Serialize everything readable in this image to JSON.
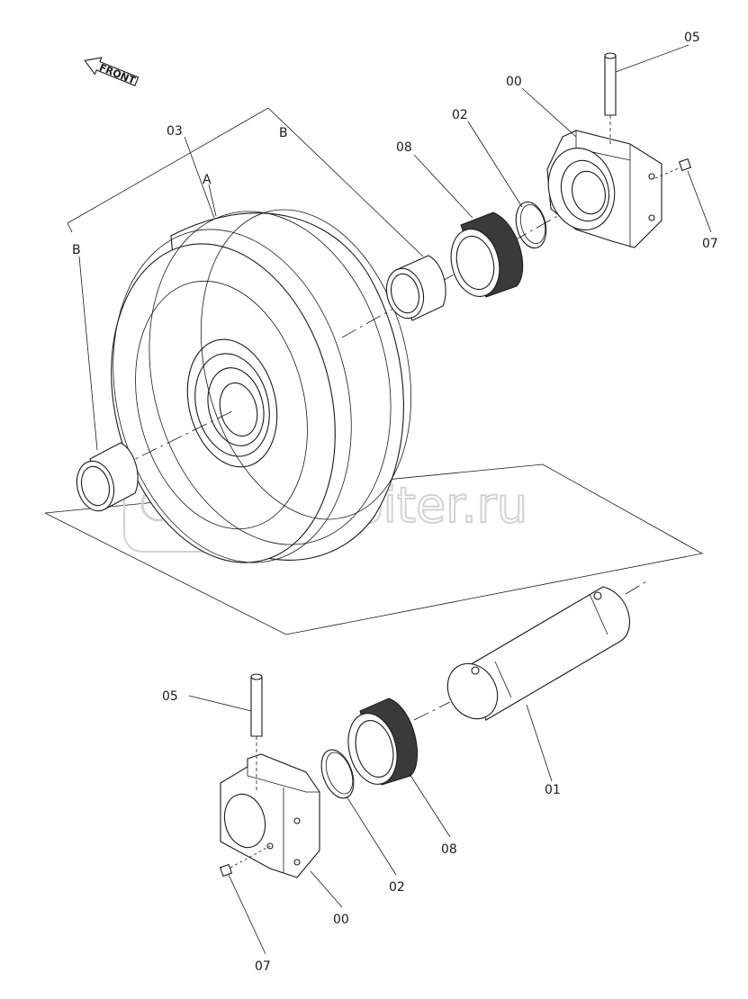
{
  "front_arrow": {
    "label": "FRONT",
    "icon": "front-arrow-icon"
  },
  "watermark": {
    "text": "autopiter.ru",
    "icon": "autopiter-logo-icon"
  },
  "callouts": {
    "c03": "03",
    "cA": "A",
    "cB1": "B",
    "cB2": "B",
    "c08_top": "08",
    "c02_top": "02",
    "c00_top": "00",
    "c05_top": "05",
    "c07_top": "07",
    "c05_bot": "05",
    "c01": "01",
    "c08_bot": "08",
    "c02_bot": "02",
    "c00_bot": "00",
    "c07_bot": "07"
  }
}
